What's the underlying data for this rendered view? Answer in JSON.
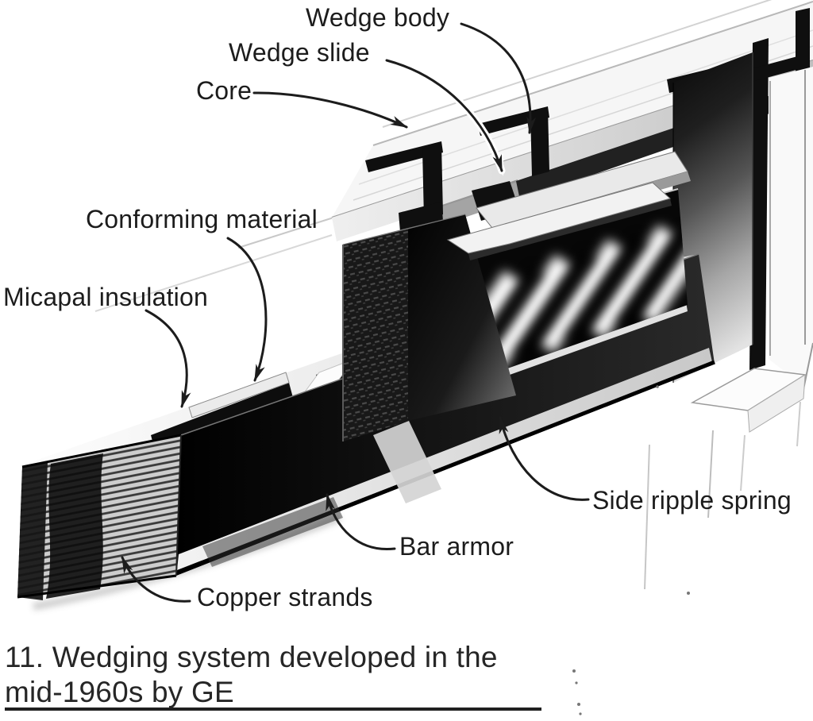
{
  "figure": {
    "labels": [
      {
        "id": "wedge-body",
        "text": "Wedge body"
      },
      {
        "id": "wedge-slide",
        "text": "Wedge slide"
      },
      {
        "id": "core",
        "text": "Core"
      },
      {
        "id": "conforming-material",
        "text": "Conforming material"
      },
      {
        "id": "micapal-insulation",
        "text": "Micapal insulation"
      },
      {
        "id": "side-ripple-spring",
        "text": "Side ripple spring"
      },
      {
        "id": "bar-armor",
        "text": "Bar armor"
      },
      {
        "id": "copper-strands",
        "text": "Copper strands"
      }
    ],
    "caption": {
      "line1": "11. Wedging system developed in the",
      "line2": "mid-1960s by GE"
    },
    "colors": {
      "ink": "#1c1c1c",
      "background": "#ffffff",
      "shadow_dark": "#0d0d0d",
      "highlight_light": "#f5f5f5"
    }
  }
}
